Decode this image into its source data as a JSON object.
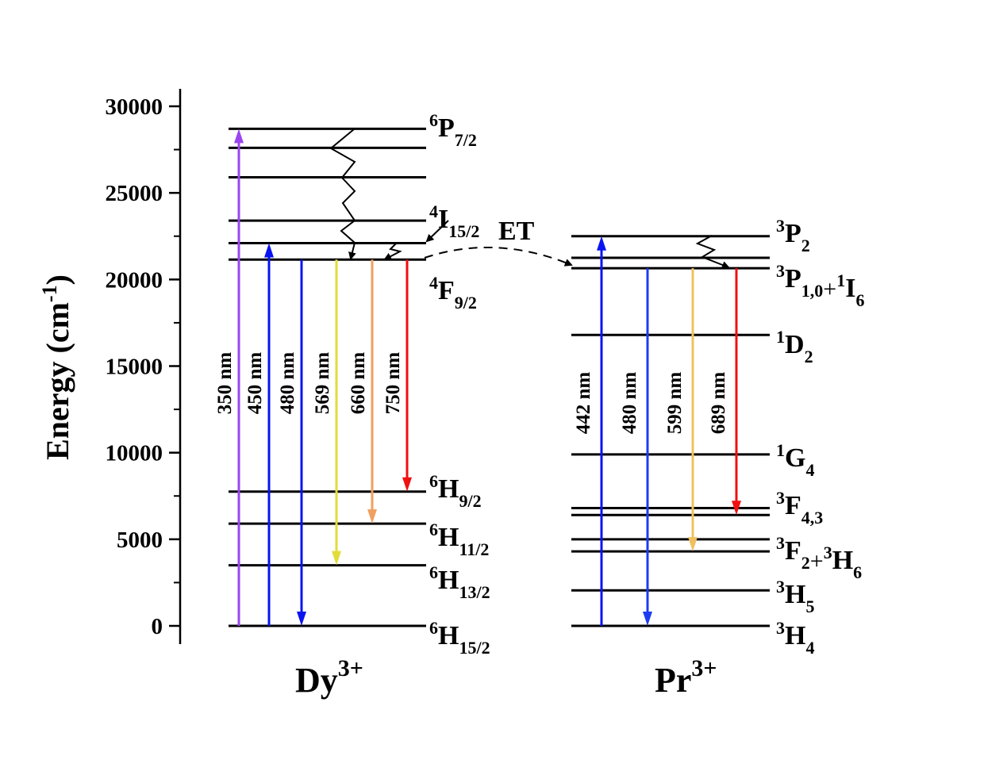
{
  "chart_data": {
    "type": "energy-level-diagram",
    "title": "",
    "ylabel": "Energy (cm",
    "ylabel_sup": "-1",
    "ylabel_close": ")",
    "ylim": [
      0,
      30000
    ],
    "yticks": [
      0,
      5000,
      10000,
      15000,
      20000,
      25000,
      30000
    ],
    "ytick_labels": [
      "0",
      "5000",
      "10000",
      "15000",
      "20000",
      "25000",
      "30000"
    ],
    "minor_ticks": [
      2500,
      7500,
      12500,
      17500,
      22500,
      27500
    ],
    "ions": [
      {
        "id": "dy",
        "name": "Dy",
        "charge": "3+",
        "levels": [
          {
            "energy": 28700,
            "label": {
              "sup": "6",
              "main": "P",
              "sub": "7/2"
            }
          },
          {
            "energy": 27600
          },
          {
            "energy": 25900
          },
          {
            "energy": 23400,
            "label": {
              "sup": "4",
              "main": "I",
              "sub": "15/2"
            }
          },
          {
            "energy": 22100
          },
          {
            "energy": 21150,
            "label": {
              "sup": "4",
              "main": "F",
              "sub": "9/2"
            }
          },
          {
            "energy": 7750,
            "label": {
              "sup": "6",
              "main": "H",
              "sub": "9/2"
            }
          },
          {
            "energy": 5900,
            "label": {
              "sup": "6",
              "main": "H",
              "sub": "11/2"
            }
          },
          {
            "energy": 3500,
            "label": {
              "sup": "6",
              "main": "H",
              "sub": "13/2"
            }
          },
          {
            "energy": 0,
            "label": {
              "sup": "6",
              "main": "H",
              "sub": "15/2"
            }
          }
        ],
        "transitions": [
          {
            "label": "350 nm",
            "from": 0,
            "to": 28700,
            "direction": "up",
            "color": "#9b45f0"
          },
          {
            "label": "450 nm",
            "from": 0,
            "to": 22100,
            "direction": "up",
            "color": "#0a14f0"
          },
          {
            "label": "480 nm",
            "from": 21150,
            "to": 0,
            "direction": "down",
            "color": "#0a14f0"
          },
          {
            "label": "569 nm",
            "from": 21150,
            "to": 3500,
            "direction": "down",
            "color": "#e2dc3a"
          },
          {
            "label": "660 nm",
            "from": 21150,
            "to": 5900,
            "direction": "down",
            "color": "#f0a060"
          },
          {
            "label": "750 nm",
            "from": 21150,
            "to": 7750,
            "direction": "down",
            "color": "#f01010"
          }
        ],
        "nonradiative": [
          {
            "from": 28700,
            "to": 21150,
            "type": "zigzag"
          },
          {
            "from": 22100,
            "to": 21150,
            "type": "zigzag"
          }
        ]
      },
      {
        "id": "pr",
        "name": "Pr",
        "charge": "3+",
        "levels": [
          {
            "energy": 22500,
            "label": {
              "parts": [
                {
                  "sup": "3",
                  "main": "P",
                  "sub": "2"
                }
              ]
            }
          },
          {
            "energy": 21250
          },
          {
            "energy": 20650,
            "label": {
              "parts": [
                {
                  "sup": "3",
                  "main": "P",
                  "sub": "1,0"
                },
                {
                  "plus": "+"
                },
                {
                  "sup": "1",
                  "main": "I",
                  "sub": "6"
                }
              ]
            }
          },
          {
            "energy": 16800,
            "label": {
              "parts": [
                {
                  "sup": "1",
                  "main": "D",
                  "sub": "2"
                }
              ]
            }
          },
          {
            "energy": 9900,
            "label": {
              "parts": [
                {
                  "sup": "1",
                  "main": "G",
                  "sub": "4"
                }
              ]
            }
          },
          {
            "energy": 6800,
            "label": {
              "parts": [
                {
                  "sup": "3",
                  "main": "F",
                  "sub": "4,3"
                }
              ]
            }
          },
          {
            "energy": 6400
          },
          {
            "energy": 5000,
            "label": {
              "parts": [
                {
                  "sup": "3",
                  "main": "F",
                  "sub": "2"
                },
                {
                  "plus": "+"
                },
                {
                  "sup": "3",
                  "main": "H",
                  "sub": "6"
                }
              ]
            }
          },
          {
            "energy": 4300
          },
          {
            "energy": 2050,
            "label": {
              "parts": [
                {
                  "sup": "3",
                  "main": "H",
                  "sub": "5"
                }
              ]
            }
          },
          {
            "energy": 0,
            "label": {
              "parts": [
                {
                  "sup": "3",
                  "main": "H",
                  "sub": "4"
                }
              ]
            }
          }
        ],
        "transitions": [
          {
            "label": "442 nm",
            "from": 0,
            "to": 22500,
            "direction": "up",
            "color": "#0a14f0"
          },
          {
            "label": "480 nm",
            "from": 20650,
            "to": 0,
            "direction": "down",
            "color": "#1e3cf0"
          },
          {
            "label": "599 nm",
            "from": 20650,
            "to": 4300,
            "direction": "down",
            "color": "#f0c060"
          },
          {
            "label": "689 nm",
            "from": 20650,
            "to": 6400,
            "direction": "down",
            "color": "#f01010"
          }
        ],
        "nonradiative": [
          {
            "from": 22500,
            "to": 20650,
            "type": "zigzag"
          }
        ]
      }
    ],
    "energy_transfer": {
      "label": "ET",
      "from_ion": "dy",
      "from_energy": 21150,
      "to_ion": "pr",
      "to_energy": 20650,
      "style": "dashed-arc"
    }
  }
}
